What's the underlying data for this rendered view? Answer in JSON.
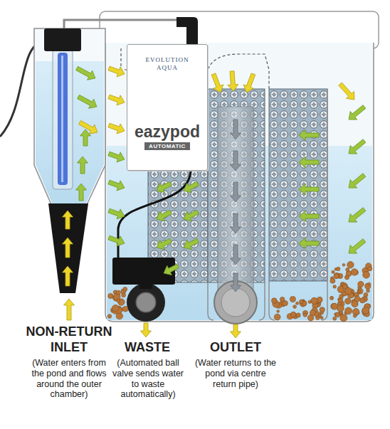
{
  "diagram": {
    "nodes": [
      {
        "text": [
          "EVOLUTION AQUA",
          "eazypod",
          "AUTOMATIC"
        ]
      }
    ],
    "labels": [
      "NON-RETURN INLET",
      "(Water enters from the pond and flows around the outer chamber)",
      "WASTE",
      "(Automated ball valve sends water to waste automatically)",
      "OUTLET",
      "(Water returns to the pond via centre return pipe)"
    ]
  }
}
